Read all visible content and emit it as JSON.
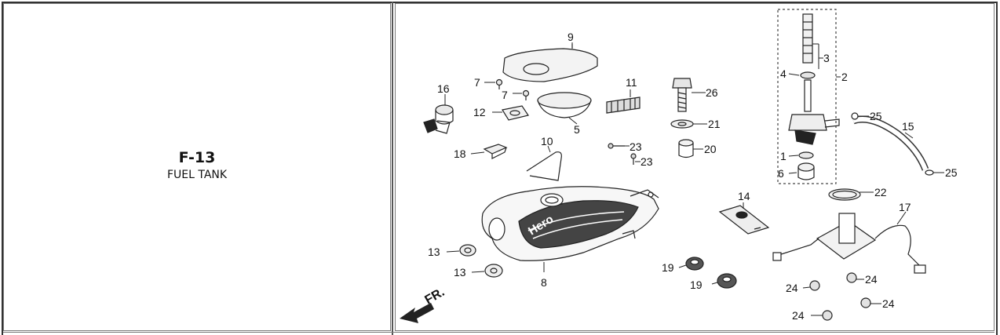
{
  "section": {
    "code": "F-13",
    "title": "FUEL TANK"
  },
  "diagram": {
    "direction_label": "FR.",
    "brand_text": "Hero",
    "callouts": [
      "9",
      "7",
      "7",
      "16",
      "12",
      "5",
      "11",
      "26",
      "21",
      "20",
      "23",
      "23",
      "18",
      "10",
      "3",
      "4",
      "2",
      "1",
      "6",
      "25",
      "15",
      "25",
      "22",
      "14",
      "17",
      "13",
      "13",
      "8",
      "19",
      "19",
      "24",
      "24",
      "24",
      "24"
    ]
  }
}
